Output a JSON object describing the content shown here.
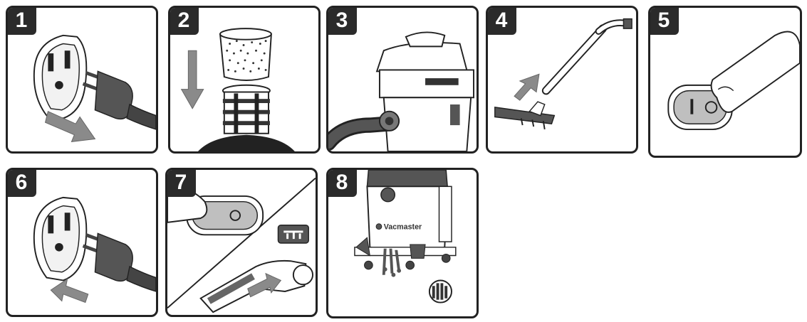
{
  "steps": [
    {
      "number": "1"
    },
    {
      "number": "2"
    },
    {
      "number": "3"
    },
    {
      "number": "4"
    },
    {
      "number": "5"
    },
    {
      "number": "6"
    },
    {
      "number": "7"
    },
    {
      "number": "8"
    }
  ],
  "switch_labels": {
    "on": "I",
    "off": "O"
  },
  "brand": "Vacmaster",
  "icons": {
    "step1": [
      "wall-outlet-icon",
      "plug-icon",
      "arrow-icon"
    ],
    "step2": [
      "filter-icon",
      "filter-cage-icon",
      "arrow-down-icon"
    ],
    "step3": [
      "vacuum-icon",
      "hose-icon"
    ],
    "step4": [
      "floor-nozzle-icon",
      "extension-wand-icon",
      "arrow-icon"
    ],
    "step5": [
      "power-switch-icon",
      "finger-icon"
    ],
    "step6": [
      "wall-outlet-icon",
      "plug-icon",
      "arrow-icon"
    ],
    "step7": [
      "power-switch-icon",
      "blower-port-icon",
      "hose-handle-icon",
      "arrow-icon"
    ],
    "step8": [
      "vacuum-icon",
      "drain-cap-icon",
      "water-stream-icon"
    ]
  },
  "colors": {
    "border": "#222222",
    "badge": "#2b2b2b",
    "badge_text": "#ffffff",
    "arrow_fill": "#8a8a8a",
    "plug_fill": "#555555"
  }
}
